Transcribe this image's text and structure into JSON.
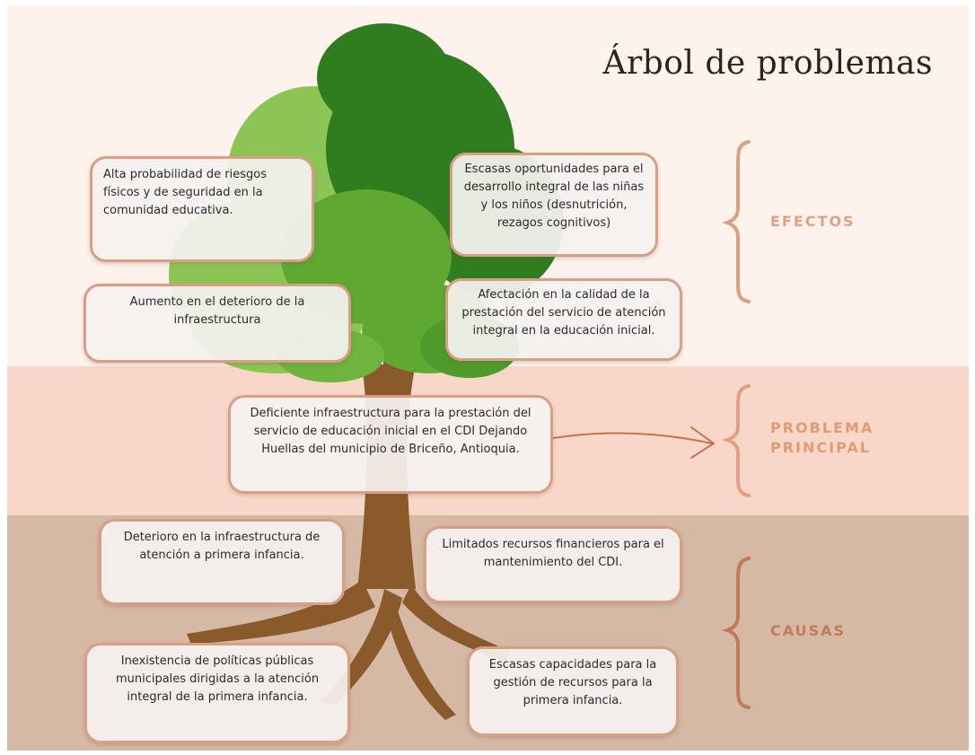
{
  "title": "Árbol de problemas",
  "sections": {
    "efectos": "EFECTOS",
    "problema_line1": "PROBLEMA",
    "problema_line2": "PRINCIPAL",
    "causas": "CAUSAS"
  },
  "effects": [
    "Alta probabilidad de riesgos físicos y de seguridad en la comunidad educativa.",
    "Escasas oportunidades para el desarrollo integral de las niñas y los niños (desnutrición, rezagos cognitivos)",
    "Aumento en el deterioro de la infraestructura",
    "Afectación en la calidad de la prestación del servicio de atención integral en la educación inicial."
  ],
  "main_problem": "Deficiente infraestructura para la prestación del servicio de educación inicial en el CDI Dejando Huellas del municipio de Briceño, Antioquia.",
  "causes": [
    "Deterioro en la infraestructura de atención a primera infancia.",
    "Limitados recursos financieros para el mantenimiento del CDI.",
    "Inexistencia de políticas públicas municipales dirigidas a la atención integral de la primera infancia.",
    "Escasas capacidades para la gestión de recursos para la primera infancia."
  ],
  "colors": {
    "band_top": "#fdf2ec",
    "band_mid": "#f7d8c8",
    "band_bottom": "#d5b9a5",
    "box_border": "#d79f86",
    "trunk": "#8b5a2b",
    "foliage_light": "#8cc556",
    "foliage_mid": "#5fa832",
    "foliage_dark": "#2f7d1e",
    "label": "#e0a181"
  }
}
